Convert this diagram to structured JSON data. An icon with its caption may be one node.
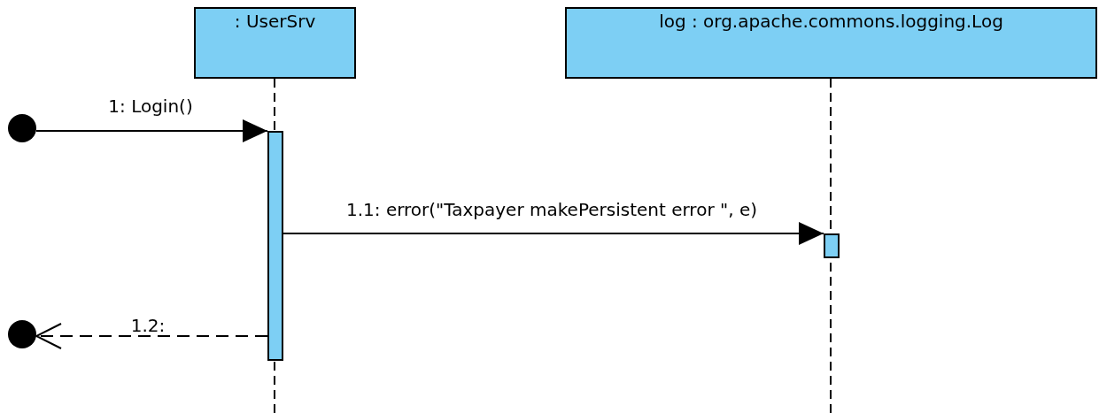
{
  "diagram": {
    "nodes": [
      {
        "text": [
          ": UserSrv"
        ]
      },
      {
        "text": [
          "log : org.apache.commons.logging.Log"
        ]
      },
      {
        "text": [],
        "shape": "circle"
      },
      {
        "text": [],
        "shape": "bar"
      },
      {
        "text": [],
        "shape": "bar"
      },
      {
        "text": [],
        "shape": "circle"
      }
    ],
    "edges": [
      {
        "from": 2,
        "to": 3,
        "arrow": "to",
        "label": "1: Login()"
      },
      {
        "from": 3,
        "to": 4,
        "arrow": "to",
        "label": "1.1: error(\"Taxpayer makePersistent error \", e)"
      },
      {
        "from": 3,
        "to": 5,
        "arrow": "to",
        "label": "1.2:",
        "style": "dashed"
      }
    ]
  }
}
